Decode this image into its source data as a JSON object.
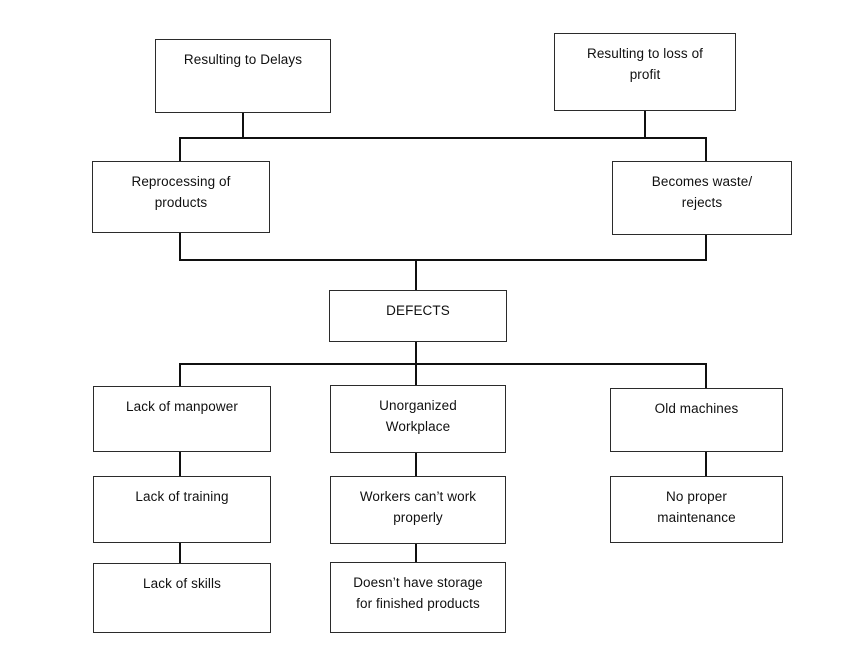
{
  "diagram": {
    "title": "DEFECTS cause and effect flowchart",
    "type": "flowchart",
    "background_color": "#ffffff",
    "line_color": "#101010",
    "box_border_color": "#2b2b2b",
    "text_color": "#101010",
    "effects_row": [
      {
        "id": "resulting-delays",
        "label": "Resulting to Delays"
      },
      {
        "id": "resulting-loss-profit",
        "label": "Resulting to loss of\nprofit"
      }
    ],
    "consequence_row": [
      {
        "id": "reprocessing-products",
        "label": "Reprocessing of\nproducts"
      },
      {
        "id": "becomes-waste-rejects",
        "label": "Becomes waste/\nrejects"
      }
    ],
    "problem": {
      "id": "defects",
      "label": "DEFECTS"
    },
    "cause_columns": [
      {
        "id": "manpower-column",
        "nodes": [
          {
            "id": "lack-of-manpower",
            "label": "Lack of manpower"
          },
          {
            "id": "lack-of-training",
            "label": "Lack of training"
          },
          {
            "id": "lack-of-skills",
            "label": "Lack of skills"
          }
        ]
      },
      {
        "id": "workplace-column",
        "nodes": [
          {
            "id": "unorganized-workplace",
            "label": "Unorganized\nWorkplace"
          },
          {
            "id": "workers-cant-work-properly",
            "label": "Workers can’t work\nproperly"
          },
          {
            "id": "doesnt-have-storage",
            "label": "Doesn’t have storage\nfor finished products"
          }
        ]
      },
      {
        "id": "machines-column",
        "nodes": [
          {
            "id": "old-machines",
            "label": "Old machines"
          },
          {
            "id": "no-proper-maintenance",
            "label": "No proper\nmaintenance"
          }
        ]
      }
    ]
  }
}
